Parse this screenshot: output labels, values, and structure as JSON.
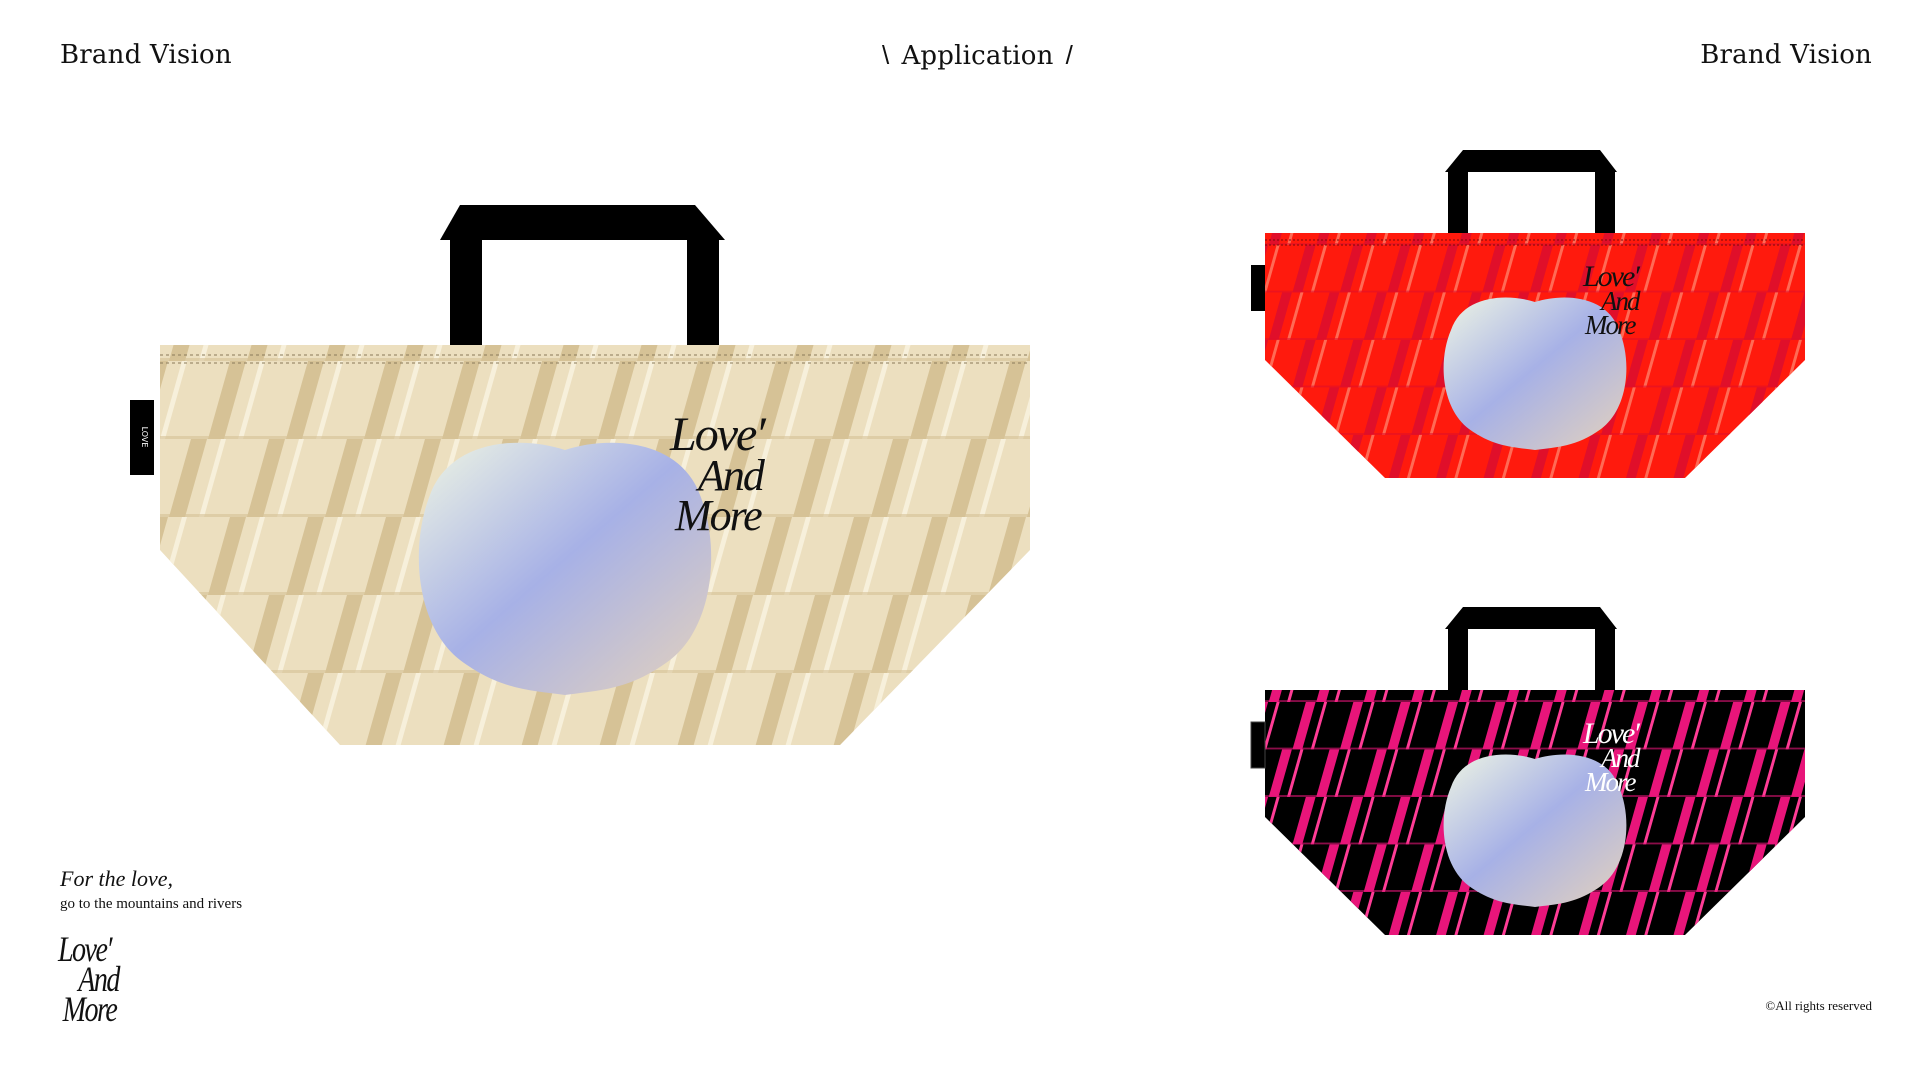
{
  "header": {
    "left_title": "Brand Vision",
    "center_title": "Application",
    "center_slash_left": "\\",
    "center_slash_right": "/",
    "right_title": "Brand Vision"
  },
  "bags": [
    {
      "name": "beige",
      "body_color": "#ecdfbf",
      "stripe_color": "#d6c296",
      "thin_stripe_color": "#f7f0db",
      "handle_color": "#000000",
      "logo_color": "#111111",
      "logo_lines": [
        "Love′",
        "And",
        "More"
      ]
    },
    {
      "name": "red",
      "body_color": "#ff1a0d",
      "stripe_color": "#e00f2a",
      "thin_stripe_color": "#ff6a55",
      "handle_color": "#000000",
      "logo_color": "#111111",
      "logo_lines": [
        "Love′",
        "And",
        "More"
      ]
    },
    {
      "name": "black",
      "body_color": "#000000",
      "stripe_color": "#e8157a",
      "thin_stripe_color": "#ff3c96",
      "handle_color": "#000000",
      "logo_color": "#ffffff",
      "logo_lines": [
        "Love′",
        "And",
        "More"
      ]
    }
  ],
  "tagline": {
    "line1": "For the love,",
    "line2": "go to the mountains and rivers"
  },
  "brand_logo": {
    "line1": "Love′",
    "line2": "And",
    "line3": "More"
  },
  "footer": {
    "copyright": "©All rights reserved"
  }
}
